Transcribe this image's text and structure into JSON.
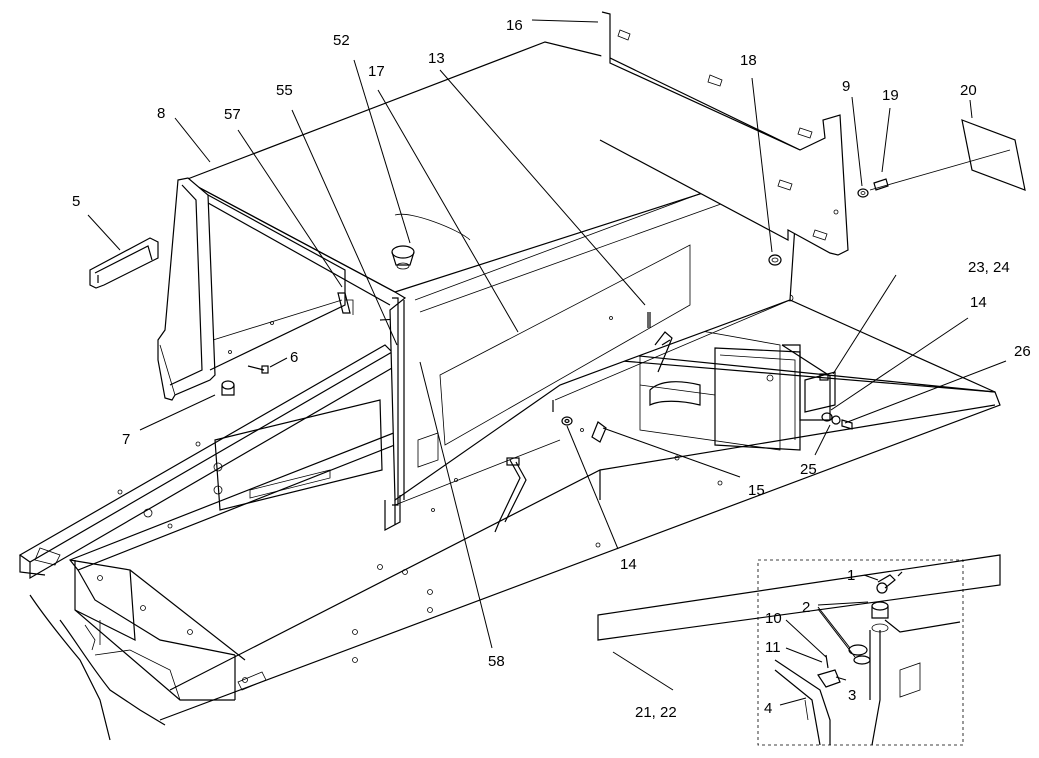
{
  "callouts": [
    {
      "id": "c1",
      "text": "1"
    },
    {
      "id": "c2",
      "text": "2"
    },
    {
      "id": "c3",
      "text": "3"
    },
    {
      "id": "c4",
      "text": "4"
    },
    {
      "id": "c5",
      "text": "5"
    },
    {
      "id": "c6",
      "text": "6"
    },
    {
      "id": "c7",
      "text": "7"
    },
    {
      "id": "c8",
      "text": "8"
    },
    {
      "id": "c9",
      "text": "9"
    },
    {
      "id": "c10",
      "text": "10"
    },
    {
      "id": "c11",
      "text": "11"
    },
    {
      "id": "c13",
      "text": "13"
    },
    {
      "id": "c14a",
      "text": "14"
    },
    {
      "id": "c14b",
      "text": "14"
    },
    {
      "id": "c15",
      "text": "15"
    },
    {
      "id": "c16",
      "text": "16"
    },
    {
      "id": "c17",
      "text": "17"
    },
    {
      "id": "c18",
      "text": "18"
    },
    {
      "id": "c19",
      "text": "19"
    },
    {
      "id": "c20",
      "text": "20"
    },
    {
      "id": "c21",
      "text": "21, 22"
    },
    {
      "id": "c23",
      "text": "23, 24"
    },
    {
      "id": "c25",
      "text": "25"
    },
    {
      "id": "c26",
      "text": "26"
    },
    {
      "id": "c52",
      "text": "52"
    },
    {
      "id": "c55",
      "text": "55"
    },
    {
      "id": "c57",
      "text": "57"
    },
    {
      "id": "c58",
      "text": "58"
    }
  ]
}
